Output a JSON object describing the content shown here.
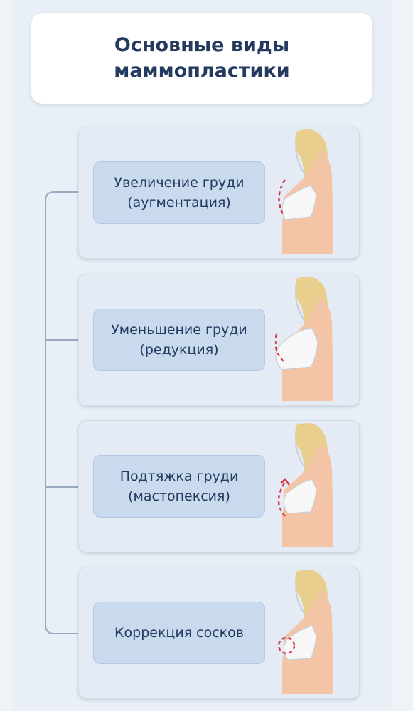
{
  "title": "Основные виды маммопластики",
  "items": [
    {
      "label": "Увеличение груди (аугментация)",
      "figure": "breast-augmentation-icon"
    },
    {
      "label": "Уменьшение груди (редукция)",
      "figure": "breast-reduction-icon"
    },
    {
      "label": "Подтяжка груди (мастопексия)",
      "figure": "breast-lift-icon"
    },
    {
      "label": "Коррекция сосков",
      "figure": "nipple-correction-icon"
    }
  ],
  "colors": {
    "title_text": "#243a5e",
    "card_bg": "#e4ebf5",
    "label_bg": "#c9d9ee",
    "connector": "#9aa9bd",
    "marker": "#d9343f",
    "hair": "#e8cf8d",
    "skin": "#f4c4a6",
    "bra": "#f7f7f7"
  }
}
